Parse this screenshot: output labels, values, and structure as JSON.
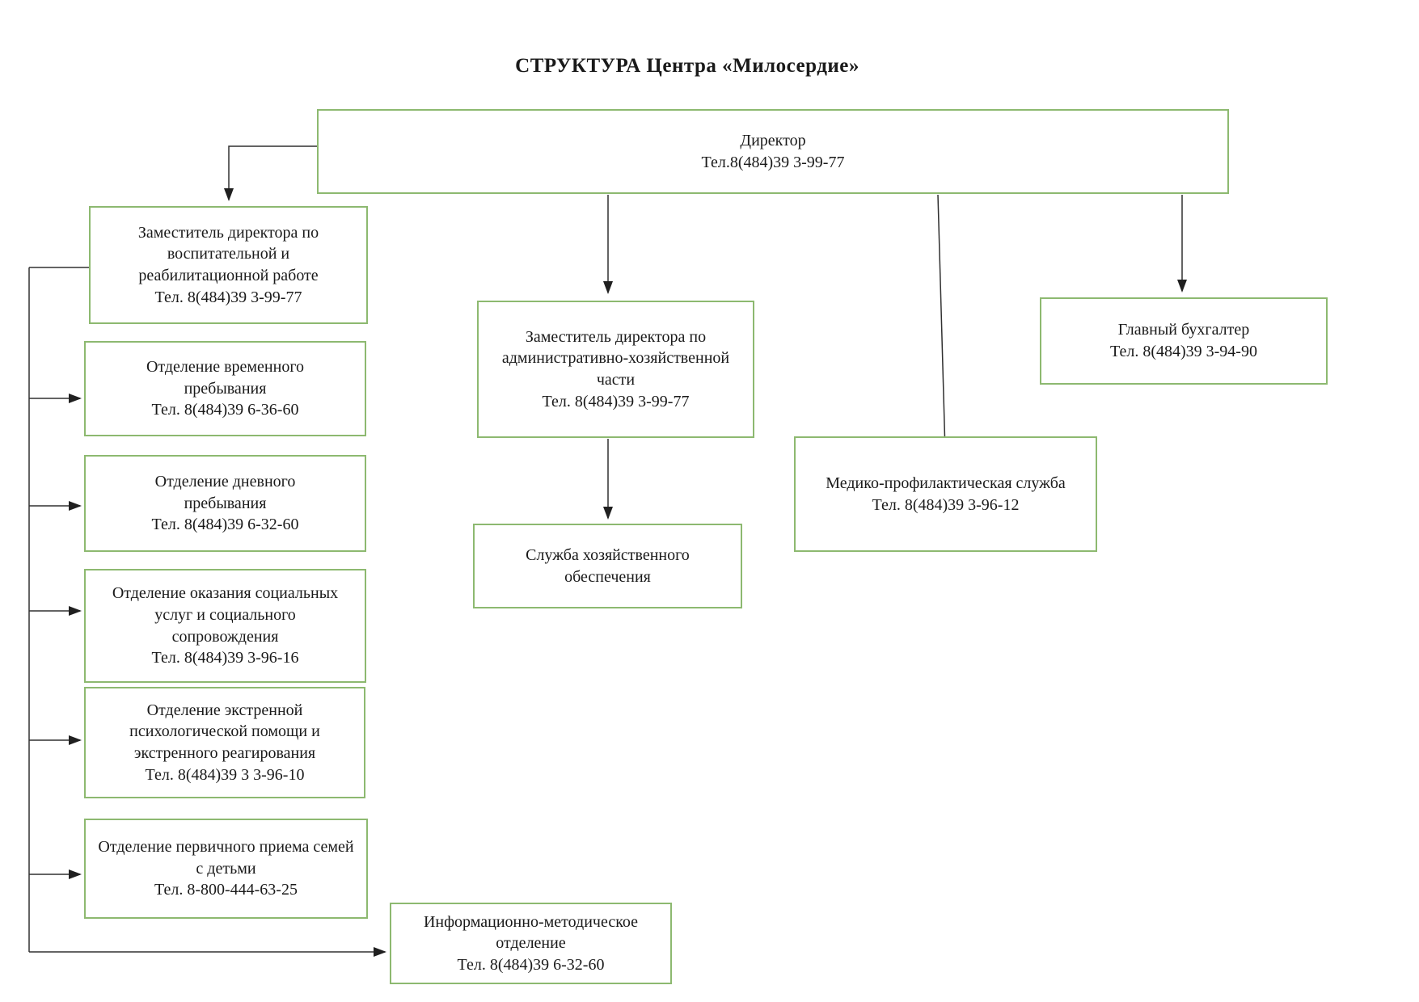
{
  "title": "СТРУКТУРА Центра «Милосердие»",
  "colors": {
    "box_border": "#8DB970",
    "connector": "#303030",
    "text": "#1a1a1a",
    "background": "#ffffff"
  },
  "boxes": {
    "director": {
      "name": "Директор",
      "phone": "Тел.8(484)39 3-99-77"
    },
    "deputy_edu": {
      "name": "Заместитель директора по воспитательной и реабилитационной работе",
      "phone": "Тел. 8(484)39 3-99-77"
    },
    "temp_stay": {
      "name": "Отделение временного пребывания",
      "phone": "Тел. 8(484)39 6-36-60"
    },
    "day_stay": {
      "name": "Отделение дневного пребывания",
      "phone": "Тел. 8(484)39 6-32-60"
    },
    "social": {
      "name": "Отделение оказания социальных услуг и социального сопровождения",
      "phone": "Тел. 8(484)39 3-96-16"
    },
    "psych": {
      "name": "Отделение экстренной психологической помощи и экстренного реагирования",
      "phone": "Тел. 8(484)39 3 3-96-10"
    },
    "intake": {
      "name": "Отделение первичного приема семей с детьми",
      "phone": "Тел. 8-800-444-63-25"
    },
    "info": {
      "name": "Информационно-методическое отделение",
      "phone": "Тел. 8(484)39 6-32-60"
    },
    "deputy_admin": {
      "name": "Заместитель директора по административно-хозяйственной части",
      "phone": "Тел. 8(484)39 3-99-77"
    },
    "household": {
      "name": "Служба хозяйственного обеспечения",
      "phone": ""
    },
    "medical": {
      "name": "Медико-профилактическая служба",
      "phone": "Тел. 8(484)39 3-96-12"
    },
    "accountant": {
      "name": "Главный бухгалтер",
      "phone": "Тел. 8(484)39 3-94-90"
    }
  }
}
